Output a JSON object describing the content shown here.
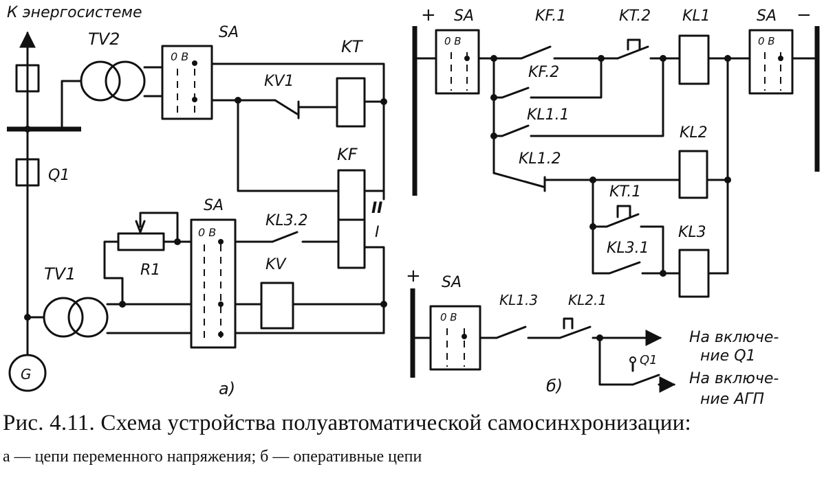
{
  "diagram": {
    "panel_a": {
      "to_grid": "К энергосистеме",
      "tv2": "TV2",
      "tv1": "TV1",
      "q1": "Q1",
      "g": "G",
      "sa_top": "SA",
      "sa_bottom": "SA",
      "sa_pos": "0 B",
      "kt": "KT",
      "kv1": "KV1",
      "kf": "KF",
      "winding_ii": "II",
      "winding_i": "I",
      "kl32": "KL3.2",
      "r1": "R1",
      "kv": "KV",
      "label": "а)"
    },
    "panel_b": {
      "plus": "+",
      "minus": "−",
      "sa_top": "SA",
      "sa_top_right": "SA",
      "sa_bottom": "SA",
      "sa_pos": "0 B",
      "kf1": "KF.1",
      "kf2": "KF.2",
      "kt2": "KT.2",
      "kl1": "KL1",
      "kl11": "KL1.1",
      "kl2": "KL2",
      "kl12": "KL1.2",
      "kt1": "KT.1",
      "kl31": "KL3.1",
      "kl3": "KL3",
      "kl13": "KL1.3",
      "kl21": "KL2.1",
      "q1": "Q1",
      "out1_line1": "На включе-",
      "out1_line2": "ние Q1",
      "out2_line1": "На включе-",
      "out2_line2": "ние АГП",
      "label": "б)"
    }
  },
  "caption": {
    "title": "Рис. 4.11. Схема устройства полуавтоматической самосинхронизации:",
    "subtitle": "а — цепи переменного напряжения; б — оперативные цепи"
  }
}
